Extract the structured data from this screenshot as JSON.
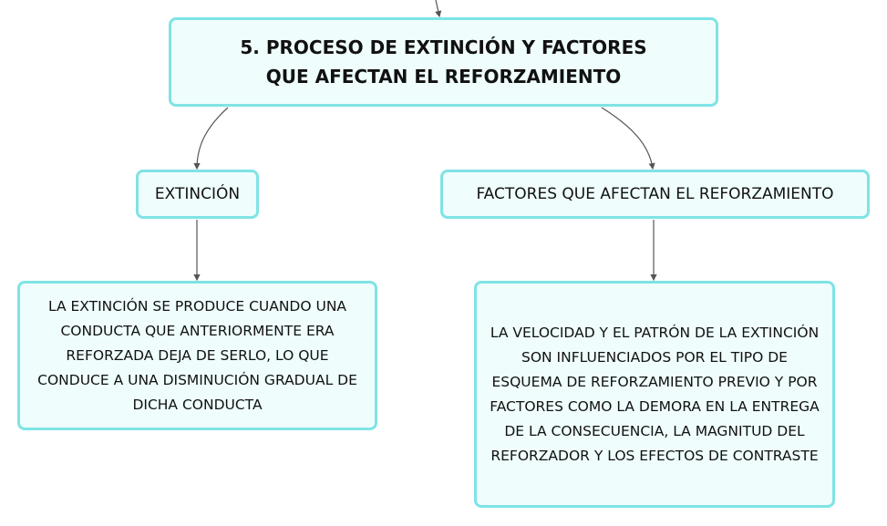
{
  "diagram": {
    "root": {
      "label": "5. PROCESO DE EXTINCIÓN Y FACTORES QUE AFECTAN EL REFORZAMIENTO"
    },
    "branches": [
      {
        "label": "EXTINCIÓN",
        "description": "LA EXTINCIÓN SE PRODUCE CUANDO UNA CONDUCTA QUE ANTERIORMENTE ERA REFORZADA DEJA DE SERLO, LO QUE CONDUCE A UNA DISMINUCIÓN GRADUAL DE DICHA CONDUCTA"
      },
      {
        "label": "FACTORES QUE AFECTAN EL REFORZAMIENTO",
        "description": "LA VELOCIDAD Y EL PATRÓN DE LA EXTINCIÓN SON INFLUENCIADOS POR EL TIPO DE ESQUEMA DE REFORZAMIENTO PREVIO Y POR FACTORES COMO LA DEMORA EN LA ENTREGA DE LA CONSECUENCIA, LA MAGNITUD DEL REFORZADOR Y LOS EFECTOS DE CONTRASTE"
      }
    ],
    "colors": {
      "node_border": "#7fe3e5",
      "node_fill": "#effdfd",
      "connector": "#555555",
      "text": "#111111"
    }
  }
}
